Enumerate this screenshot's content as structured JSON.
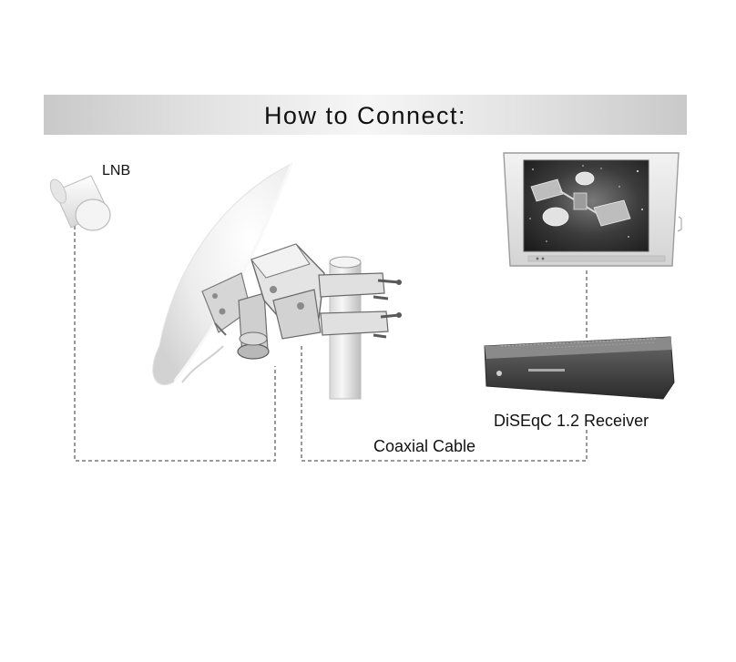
{
  "title": "How to Connect:",
  "labels": {
    "lnb": "LNB",
    "receiver": "DiSEqC 1.2 Receiver",
    "cable": "Coaxial Cable"
  },
  "icons": [
    "lnb-icon",
    "satellite-dish-icon",
    "dish-mount-icon",
    "mast-pole-icon",
    "television-icon",
    "receiver-icon"
  ],
  "colors": {
    "title_bar_edge": "#c9c9c9",
    "title_bar_center": "#f6f6f6",
    "cable_line": "#9a9a9a"
  }
}
